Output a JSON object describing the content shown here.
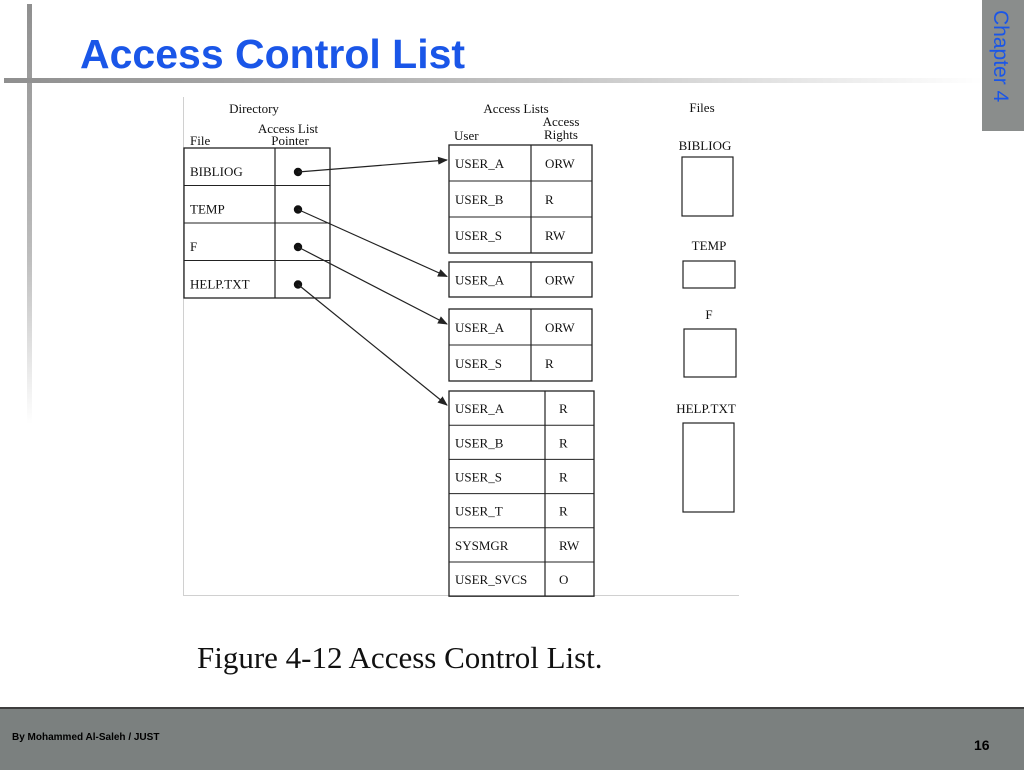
{
  "slide": {
    "title": "Access Control List",
    "chapter_tab": "Chapter 4",
    "caption": "Figure 4-12  Access Control List.",
    "footer_author": "By Mohammed Al-Saleh / JUST",
    "page_number": "16"
  },
  "diagram": {
    "directory_heading": "Directory",
    "file_col_header": "File",
    "pointer_col_header_1": "Access List",
    "pointer_col_header_2": "Pointer",
    "access_lists_heading": "Access Lists",
    "user_col_header": "User",
    "rights_col_header_1": "Access",
    "rights_col_header_2": "Rights",
    "files_heading": "Files",
    "directory": [
      {
        "file": "BIBLIOG",
        "acl": 0
      },
      {
        "file": "TEMP",
        "acl": 1
      },
      {
        "file": "F",
        "acl": 2
      },
      {
        "file": "HELP.TXT",
        "acl": 3
      }
    ],
    "access_lists": [
      [
        {
          "user": "USER_A",
          "rights": "ORW"
        },
        {
          "user": "USER_B",
          "rights": "R"
        },
        {
          "user": "USER_S",
          "rights": "RW"
        }
      ],
      [
        {
          "user": "USER_A",
          "rights": "ORW"
        }
      ],
      [
        {
          "user": "USER_A",
          "rights": "ORW"
        },
        {
          "user": "USER_S",
          "rights": "R"
        }
      ],
      [
        {
          "user": "USER_A",
          "rights": "R"
        },
        {
          "user": "USER_B",
          "rights": "R"
        },
        {
          "user": "USER_S",
          "rights": "R"
        },
        {
          "user": "USER_T",
          "rights": "R"
        },
        {
          "user": "SYSMGR",
          "rights": "RW"
        },
        {
          "user": "USER_SVCS",
          "rights": "O"
        }
      ]
    ],
    "files": [
      {
        "name": "BIBLIOG"
      },
      {
        "name": "TEMP"
      },
      {
        "name": "F"
      },
      {
        "name": "HELP.TXT"
      }
    ]
  }
}
